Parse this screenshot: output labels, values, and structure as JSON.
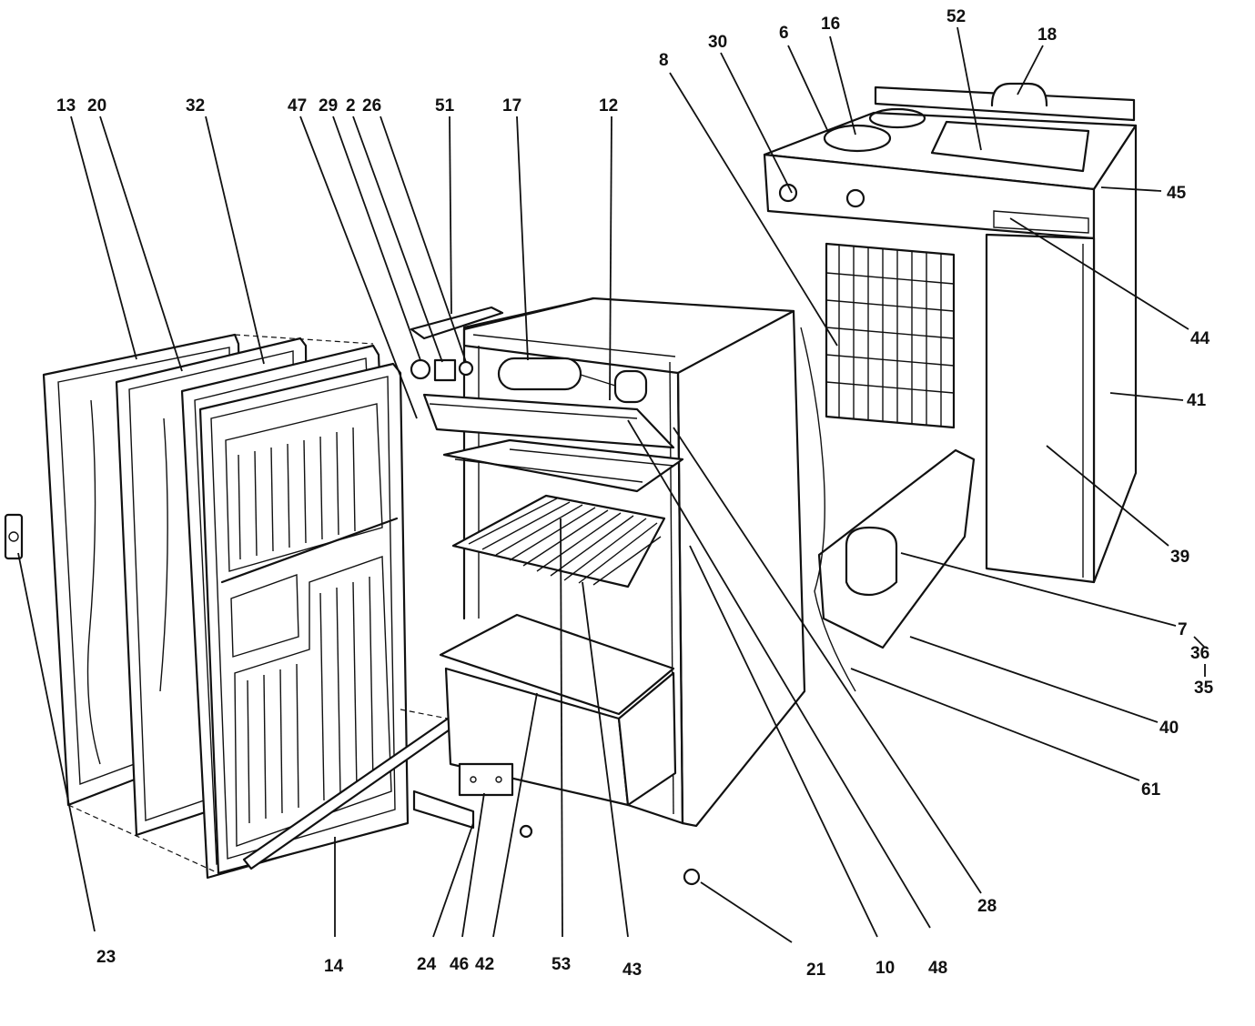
{
  "callouts": {
    "c13": "13",
    "c20": "20",
    "c32": "32",
    "c47": "47",
    "c29": "29",
    "c2": "2",
    "c26": "26",
    "c51": "51",
    "c17": "17",
    "c12": "12",
    "c8": "8",
    "c30": "30",
    "c6": "6",
    "c16": "16",
    "c52": "52",
    "c18": "18",
    "c45": "45",
    "c44": "44",
    "c41": "41",
    "c39": "39",
    "c7": "7",
    "c36": "36",
    "c35": "35",
    "c40": "40",
    "c61": "61",
    "c28": "28",
    "c23": "23",
    "c14": "14",
    "c24": "24",
    "c46": "46",
    "c42": "42",
    "c53": "53",
    "c43": "43",
    "c21": "21",
    "c10": "10",
    "c48": "48"
  }
}
